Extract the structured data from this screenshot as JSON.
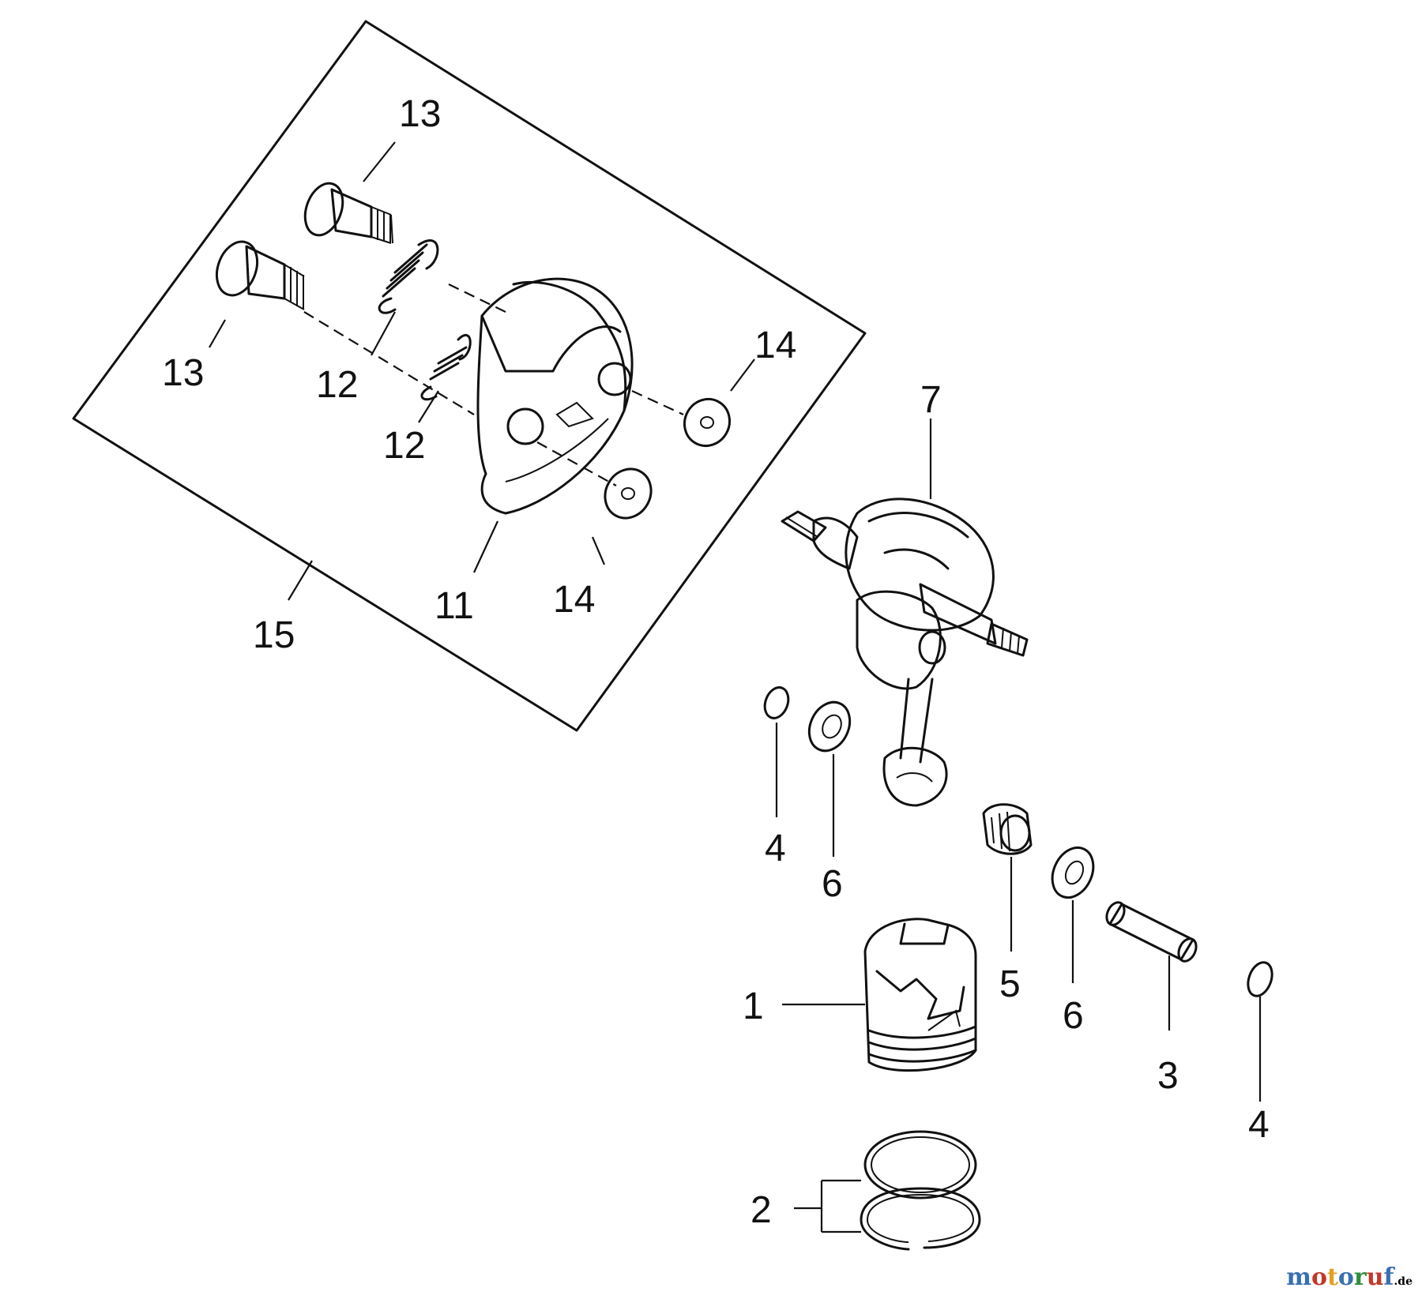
{
  "callouts": {
    "c1": "1",
    "c2": "2",
    "c3": "3",
    "c4a": "4",
    "c4b": "4",
    "c5": "5",
    "c6a": "6",
    "c6b": "6",
    "c7": "7",
    "c11": "11",
    "c12a": "12",
    "c12b": "12",
    "c13a": "13",
    "c13b": "13",
    "c14a": "14",
    "c14b": "14",
    "c15": "15"
  },
  "watermark": {
    "text": "motoruf",
    "suffix": ".de",
    "colors": [
      "#3a6fb0",
      "#c0392b",
      "#e0a020",
      "#3a6fb0",
      "#2f8f3e",
      "#c0392b",
      "#3a6fb0"
    ]
  }
}
